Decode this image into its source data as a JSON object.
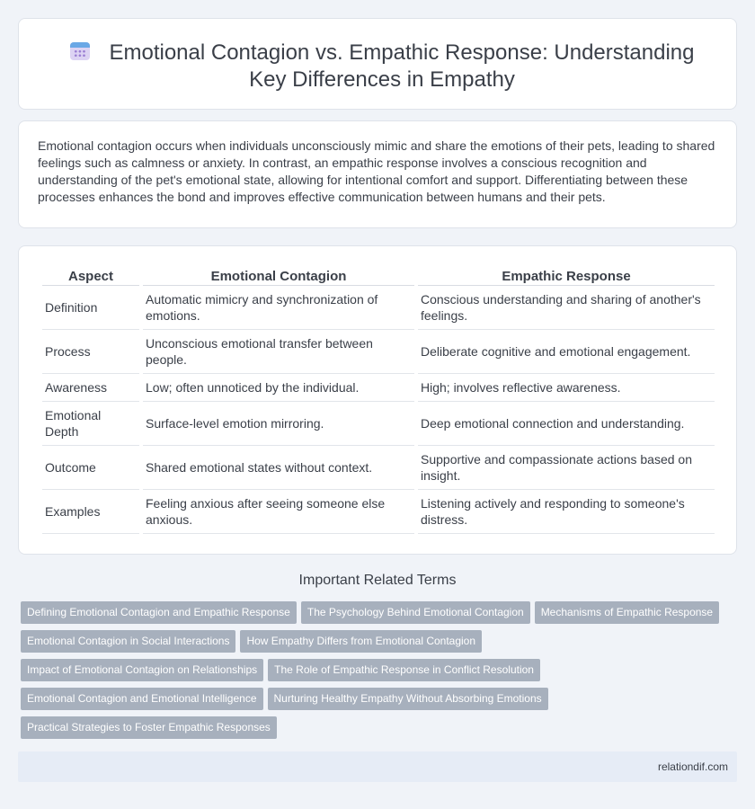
{
  "header": {
    "icon": "calendar-icon",
    "title": "Emotional Contagion vs. Empathic Response: Understanding Key Differences in Empathy"
  },
  "intro": "Emotional contagion occurs when individuals unconsciously mimic and share the emotions of their pets, leading to shared feelings such as calmness or anxiety. In contrast, an empathic response involves a conscious recognition and understanding of the pet's emotional state, allowing for intentional comfort and support. Differentiating between these processes enhances the bond and improves effective communication between humans and their pets.",
  "table": {
    "headers": [
      "Aspect",
      "Emotional Contagion",
      "Empathic Response"
    ],
    "rows": [
      [
        "Definition",
        "Automatic mimicry and synchronization of emotions.",
        "Conscious understanding and sharing of another's feelings."
      ],
      [
        "Process",
        "Unconscious emotional transfer between people.",
        "Deliberate cognitive and emotional engagement."
      ],
      [
        "Awareness",
        "Low; often unnoticed by the individual.",
        "High; involves reflective awareness."
      ],
      [
        "Emotional Depth",
        "Surface-level emotion mirroring.",
        "Deep emotional connection and understanding."
      ],
      [
        "Outcome",
        "Shared emotional states without context.",
        "Supportive and compassionate actions based on insight."
      ],
      [
        "Examples",
        "Feeling anxious after seeing someone else anxious.",
        "Listening actively and responding to someone's distress."
      ]
    ]
  },
  "related": {
    "title": "Important Related Terms",
    "tags": [
      "Defining Emotional Contagion and Empathic Response",
      "The Psychology Behind Emotional Contagion",
      "Mechanisms of Empathic Response",
      "Emotional Contagion in Social Interactions",
      "How Empathy Differs from Emotional Contagion",
      "Impact of Emotional Contagion on Relationships",
      "The Role of Empathic Response in Conflict Resolution",
      "Emotional Contagion and Emotional Intelligence",
      "Nurturing Healthy Empathy Without Absorbing Emotions",
      "Practical Strategies to Foster Empathic Responses"
    ]
  },
  "footer": {
    "site": "relationdif.com"
  }
}
